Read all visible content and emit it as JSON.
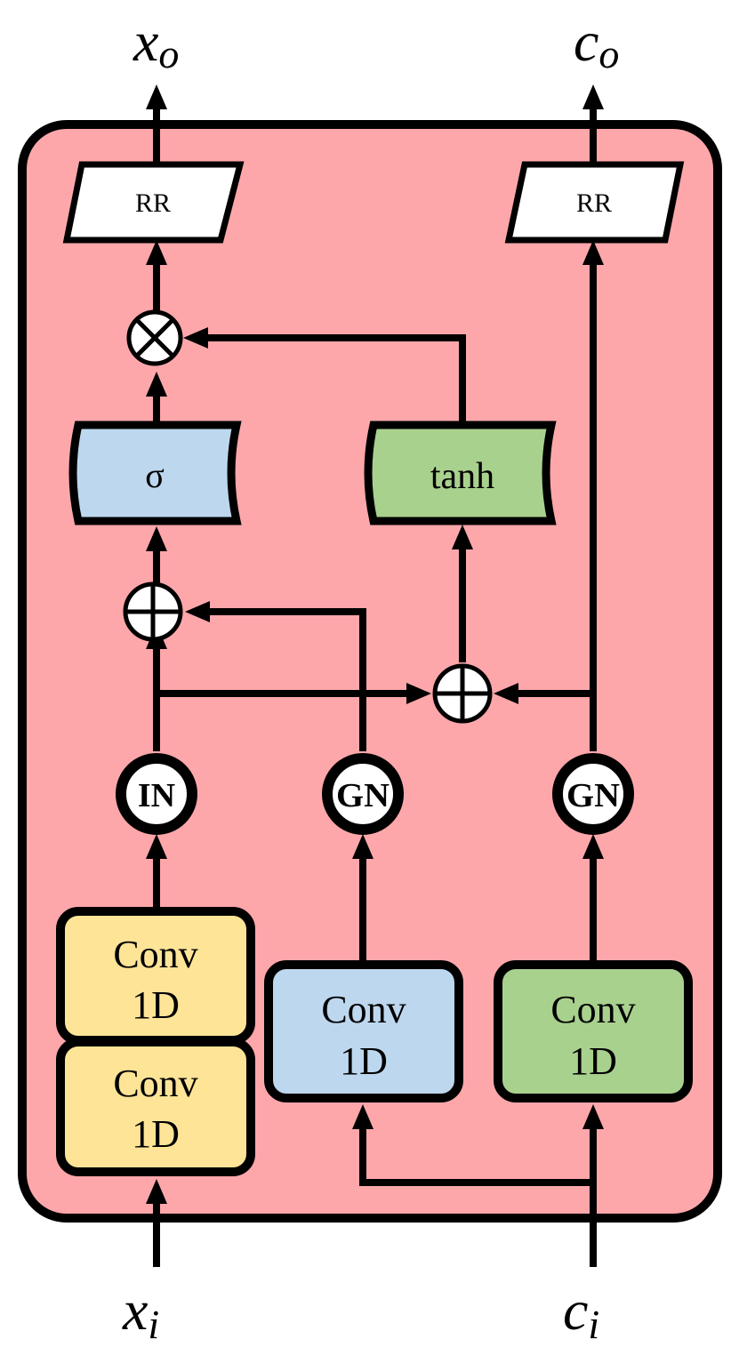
{
  "inputs": {
    "x": {
      "base": "x",
      "sub": "i"
    },
    "c": {
      "base": "c",
      "sub": "i"
    }
  },
  "outputs": {
    "x": {
      "base": "x",
      "sub": "o"
    },
    "c": {
      "base": "c",
      "sub": "o"
    }
  },
  "blocks": {
    "rr_left": "RR",
    "rr_right": "RR",
    "sigma": "σ",
    "tanh": "tanh",
    "norm_in": "IN",
    "norm_gn_mid": "GN",
    "norm_gn_right": "GN",
    "conv_yellow_top": {
      "line1": "Conv",
      "line2": "1D"
    },
    "conv_yellow_bottom": {
      "line1": "Conv",
      "line2": "1D"
    },
    "conv_blue": {
      "line1": "Conv",
      "line2": "1D"
    },
    "conv_green": {
      "line1": "Conv",
      "line2": "1D"
    }
  },
  "colors": {
    "cell_background": "#fda7ab",
    "yellow": "#fde497",
    "blue": "#bdd7ee",
    "green": "#a9d18e",
    "white": "#ffffff",
    "stroke": "#000000"
  }
}
